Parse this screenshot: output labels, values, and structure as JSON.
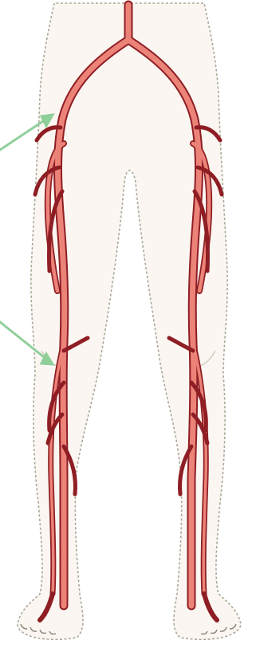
{
  "diagram": {
    "colors": {
      "background": "#ffffff",
      "skin_fill": "#fbf6f1",
      "outline": "#a8a898",
      "artery_fill": "#ec8379",
      "artery_edge": "#8e1e24",
      "pointer_arrow": "#8fcf9a"
    },
    "pointers": [
      {
        "icon": "arrow",
        "target": "upper-thigh-artery"
      },
      {
        "icon": "arrow",
        "target": "below-knee-artery"
      }
    ]
  }
}
